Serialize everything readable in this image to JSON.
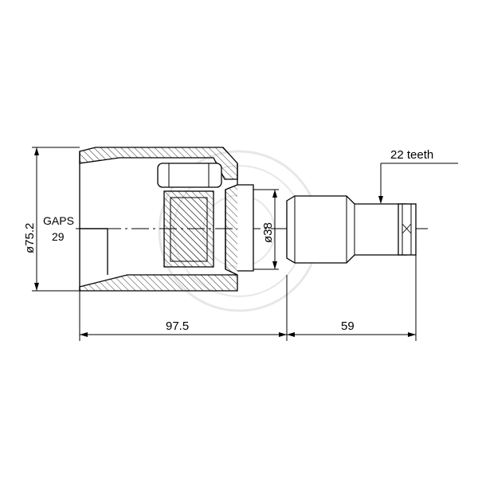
{
  "dimensions": {
    "outer_diameter": "ø75.2",
    "gaps_label": "GAPS",
    "gaps_value": "29",
    "shaft_diameter": "ø38",
    "length_body": "97.5",
    "length_shaft": "59",
    "teeth": "22  teeth"
  },
  "colors": {
    "line": "#000000",
    "background": "#ffffff",
    "watermark": "#d9d9d9"
  }
}
